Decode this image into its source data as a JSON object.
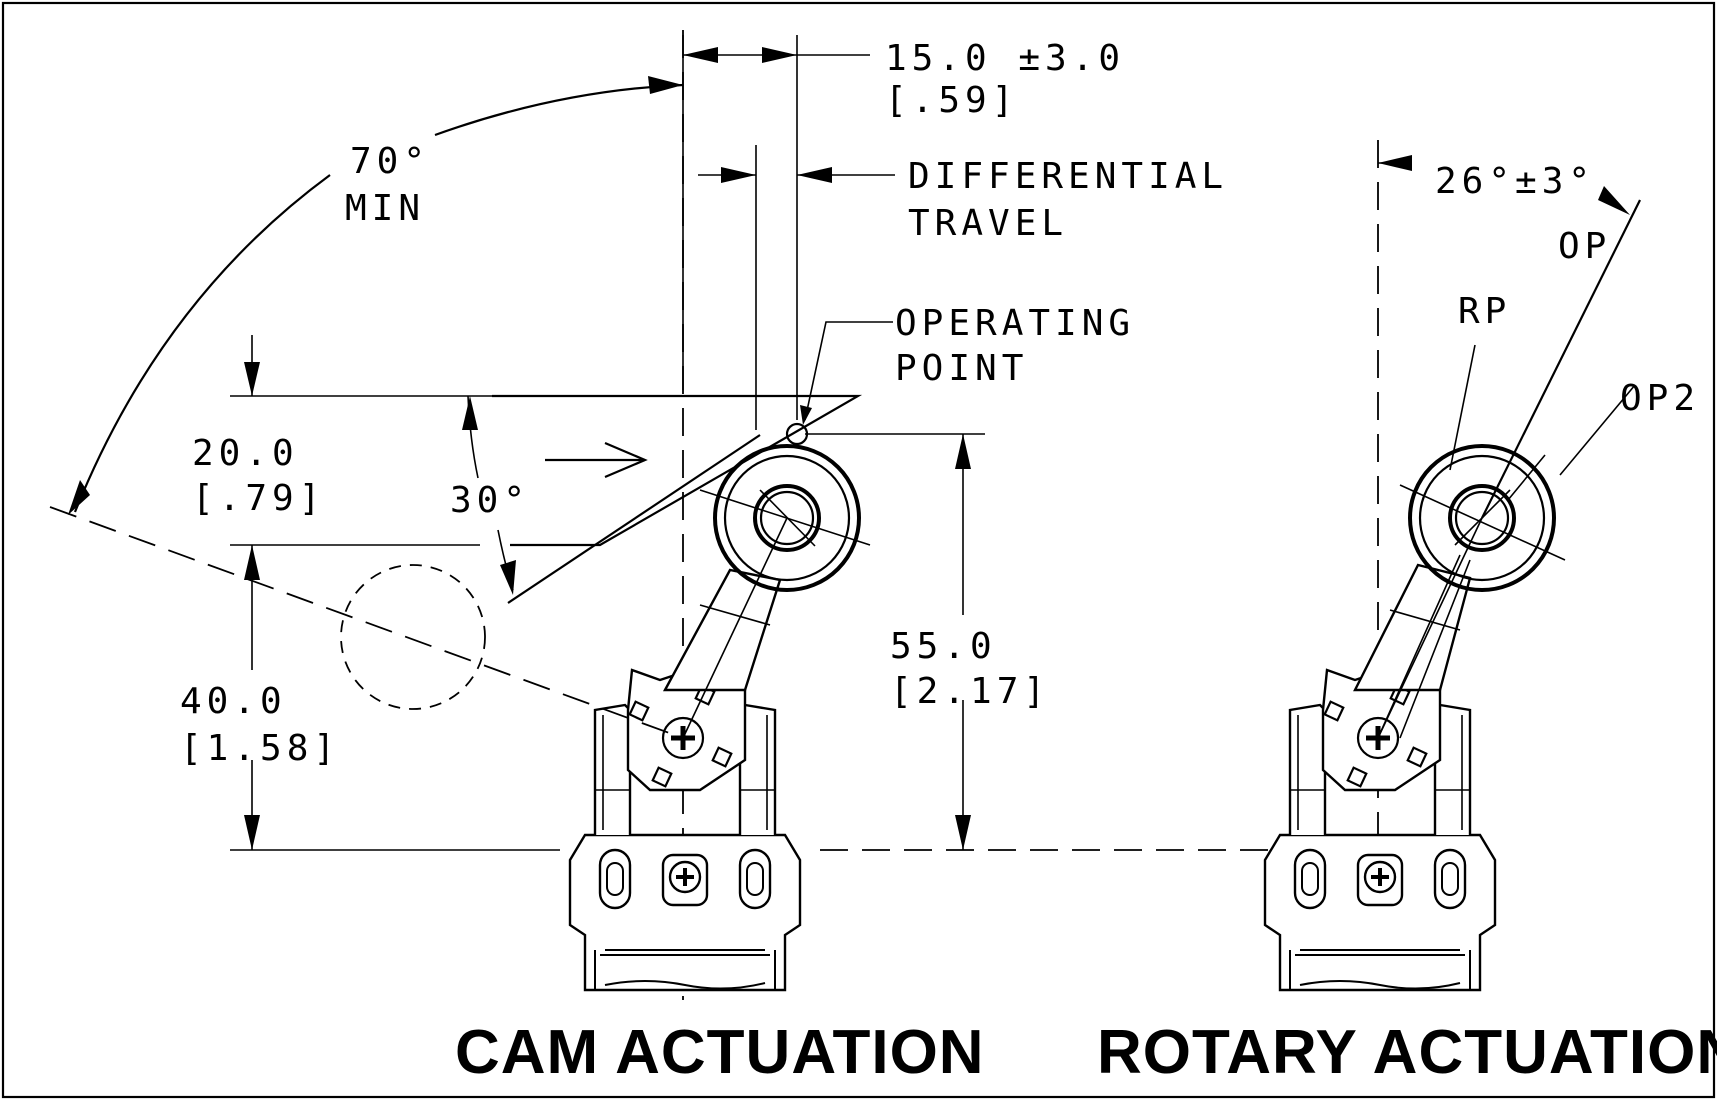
{
  "labels": {
    "dim_15": "15.0 ±3.0",
    "dim_15_in": "[.59]",
    "differential_1": "DIFFERENTIAL",
    "differential_2": "TRAVEL",
    "angle_70": "70°",
    "angle_70_min": "MIN",
    "operating_1": "OPERATING",
    "operating_2": "POINT",
    "dim_20": "20.0",
    "dim_20_in": "[.79]",
    "angle_30": "30°",
    "dim_55": "55.0",
    "dim_55_in": "[2.17]",
    "dim_40": "40.0",
    "dim_40_in": "[1.58]",
    "angle_26": "26°±3°",
    "op": "OP",
    "rp": "RP",
    "op2": "OP2",
    "title_cam": "CAM ACTUATION",
    "title_rotary": "ROTARY ACTUATION"
  }
}
